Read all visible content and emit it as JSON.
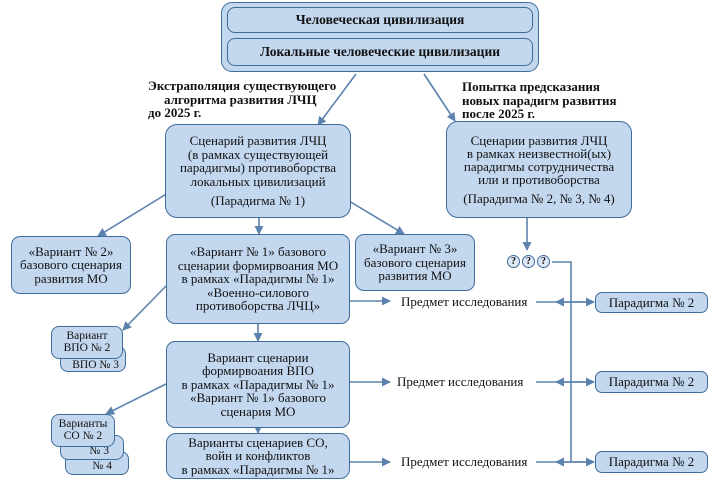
{
  "top": {
    "title1": "Человеческая цивилизация",
    "title2": "Локальные человеческие цивилизации"
  },
  "left_heading": [
    "Экстраполяция существующего",
    "алгоритма развития ЛЧЦ",
    "до 2025 г."
  ],
  "right_heading": [
    "Попытка предсказания",
    "новых парадигм развития",
    "после 2025 г."
  ],
  "scenario_main": [
    "Сценарий развития ЛЧЦ",
    "(в рамках существующей",
    "парадигмы) противоборства",
    "локальных цивилизаций",
    "(Парадигма № 1)"
  ],
  "scenario_new": [
    "Сценарии развития ЛЧЦ",
    "в рамках неизвестной(ых)",
    "парадигмы сотрудничества",
    "или и противоборства",
    "(Парадигма № 2, № 3, № 4)"
  ],
  "variant2": [
    "«Вариант № 2»",
    "базового сценария",
    "развития МО"
  ],
  "variant3": [
    "«Вариант № 3»",
    "базового сценария",
    "развития МО"
  ],
  "variant1": [
    "«Вариант № 1» базового",
    "сценарии формирвоания МО",
    "в рамках «Парадигмы № 1»",
    "«Военно-силового",
    "противоборства ЛЧЦ»"
  ],
  "vpo_box": [
    "Вариант сценарии",
    "формирвоания ВПО",
    "в рамках «Парадигмы № 1»",
    "«Вариант № 1» базового",
    "сценария МО"
  ],
  "so_box": [
    "Варианты сценариев СО,",
    "войн и конфликтов",
    "в рамках «Парадигмы № 1»"
  ],
  "vpo_stack": {
    "front": [
      "Вариант",
      "ВПО № 2"
    ],
    "back": "ВПО № 3"
  },
  "so_stack": {
    "front": [
      "Варианты",
      "СО № 2"
    ],
    "mid": "№ 3",
    "back": "№ 4"
  },
  "question_marks": [
    "?",
    "?",
    "?"
  ],
  "subject_label": "Предмет исследования",
  "paradigm2_label": "Парадигма № 2",
  "colors": {
    "box_fill": "#c3d7ef",
    "border": "#3f6c9a",
    "arrow": "#5b82ae"
  }
}
